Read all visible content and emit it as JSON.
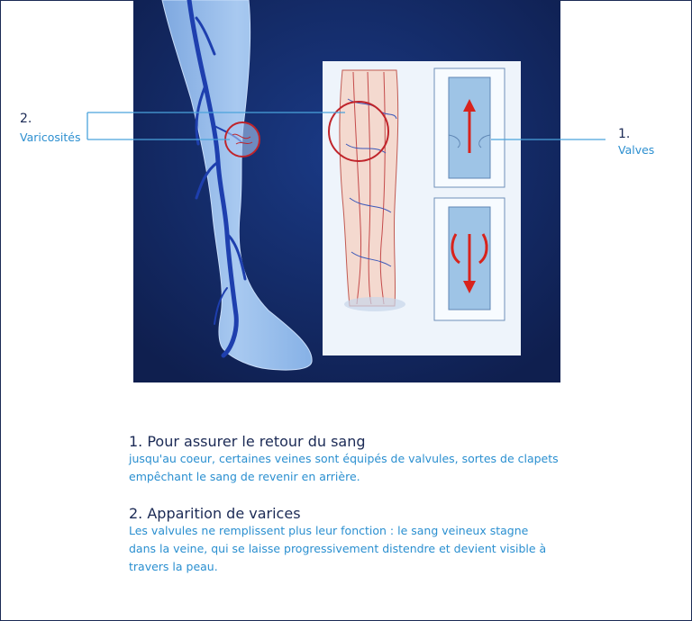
{
  "callouts": {
    "left_number": "2.",
    "left_label": "Varicosités",
    "right_number": "1.",
    "right_label": "Valves"
  },
  "sections": [
    {
      "title": "1. Pour assurer le retour du sang",
      "body_lines": [
        "jusqu'au coeur, certaines veines sont équipés de valvules, sortes de clapets",
        "empêchant le sang de revenir en arrière."
      ]
    },
    {
      "title": "2. Apparition de varices",
      "body_lines": [
        "Les valvules ne remplissent plus leur fonction : le sang veineux stagne",
        "dans la veine, qui se laisse progressivement distendre et devient visible à",
        "travers la peau."
      ]
    }
  ],
  "colors": {
    "panel_bg": "#0f1f4f",
    "leg_fill": "#8fb8e8",
    "vein": "#1e3fae",
    "callout_line": "#4aa3dc",
    "highlight_circle": "#c0242b",
    "arrow": "#d8231c"
  }
}
